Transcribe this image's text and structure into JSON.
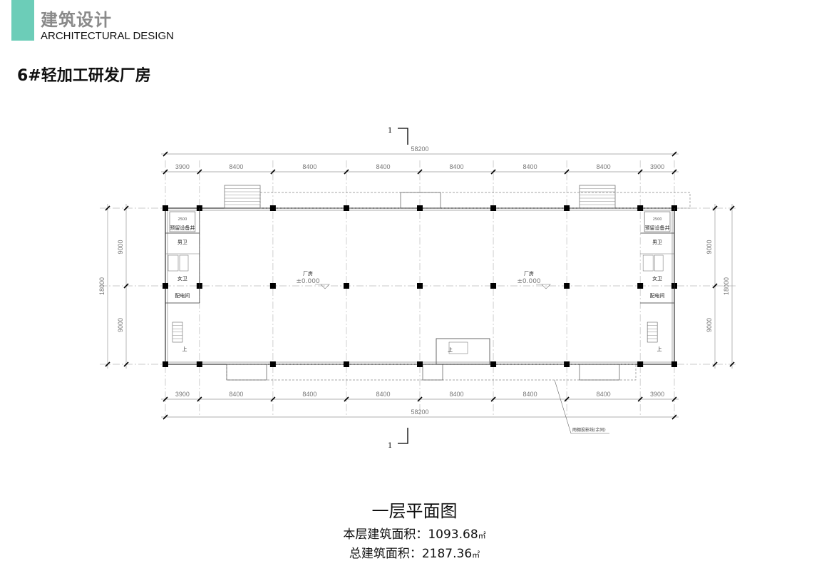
{
  "header": {
    "title_cn": "建筑设计",
    "title_en": "ARCHITECTURAL DESIGN",
    "accent_color": "#6ccdb8"
  },
  "page_title": "6#轻加工研发厂房",
  "plan": {
    "column_spans": [
      3900,
      8400,
      8400,
      8400,
      8400,
      8400,
      8400,
      3900
    ],
    "span_labels": [
      "3900",
      "8400",
      "8400",
      "8400",
      "8400",
      "8400",
      "8400",
      "3900"
    ],
    "total_width": "58200",
    "row_spans": [
      "9000",
      "9000"
    ],
    "total_depth": "18000",
    "section_mark": "1",
    "rooms": {
      "factory": "厂房",
      "elevation": "±0.000",
      "shaft": "预留设备井",
      "men": "男卫",
      "women": "女卫",
      "power": "配电间",
      "up": "上",
      "shaft_dim": "2500"
    },
    "callout": "雨棚投影线(余同)"
  },
  "caption": {
    "name": "一层平面图",
    "floor_area_label": "本层建筑面积：",
    "floor_area": "1093.68",
    "total_area_label": "总建筑面积：",
    "total_area": "2187.36",
    "unit": "㎡"
  }
}
